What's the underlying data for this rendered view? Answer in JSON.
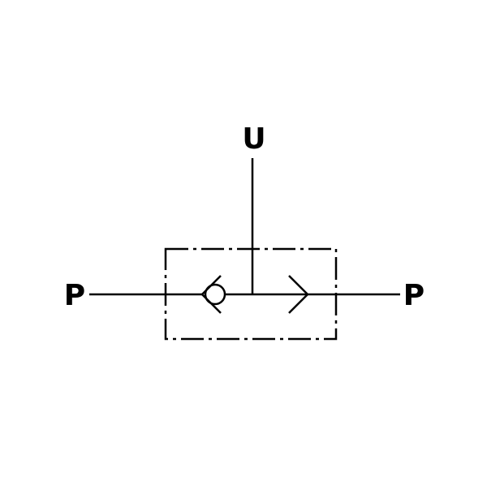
{
  "diagram": {
    "symbol": "shuttle-valve",
    "labels": {
      "top_port": "U",
      "left_port": "P",
      "right_port": "P"
    },
    "colors": {
      "stroke": "#000000",
      "background": "#ffffff"
    }
  }
}
